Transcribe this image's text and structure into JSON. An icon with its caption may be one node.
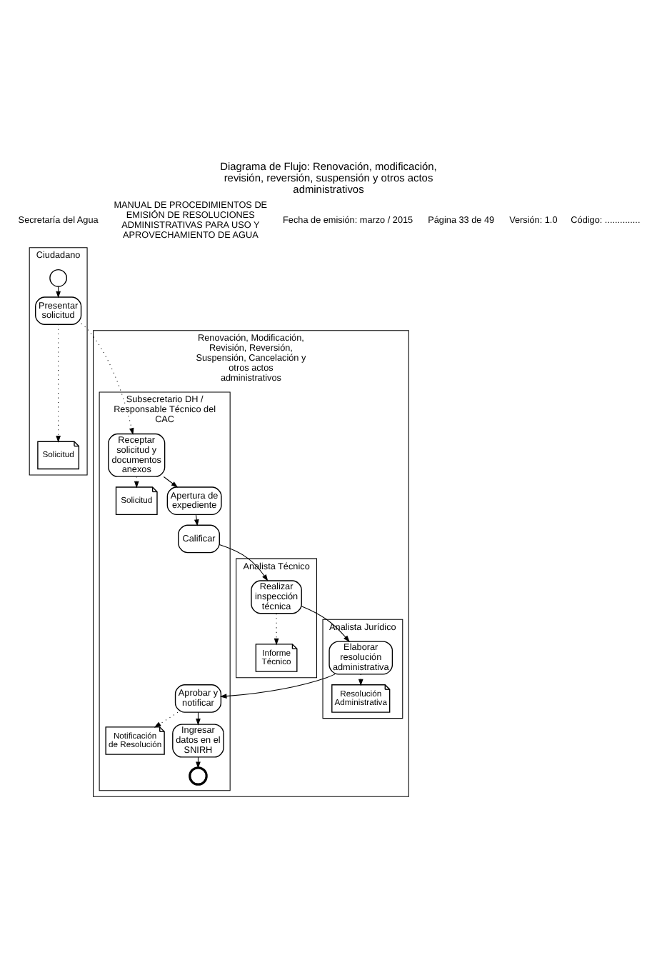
{
  "diagram": {
    "title": "Diagrama de Flujo: Renovación, modificación, revisión, reversión, suspensión y otros actos administrativos",
    "nodes": [
      {
        "text": [
          "Ciudadano"
        ]
      },
      {
        "text": [],
        "shape": "circle",
        "in": 0
      },
      {
        "text": [
          "Presentar solicitud"
        ],
        "in": 0
      },
      {
        "text": [
          "Solicitud"
        ],
        "in": 0
      },
      {
        "text": [
          "Renovación, Modificación, Revisión, Reversión, Suspensión, Cancelación y otros actos administrativos"
        ]
      },
      {
        "text": [
          "Subsecretario DH / Responsable Técnico del CAC"
        ],
        "in": 4
      },
      {
        "text": [
          "Receptar solicitud y documentos anexos"
        ],
        "in": 5
      },
      {
        "text": [
          "Solicitud"
        ],
        "in": 5
      },
      {
        "text": [
          "Apertura de expediente"
        ],
        "in": 5
      },
      {
        "text": [
          "Calificar"
        ],
        "in": 5
      },
      {
        "text": [
          "Aprobar y notificar"
        ],
        "in": 5
      },
      {
        "text": [
          "Notificación de Resolución"
        ],
        "in": 5
      },
      {
        "text": [
          "Ingresar datos en el SNIRH"
        ],
        "in": 5
      },
      {
        "text": [],
        "shape": "circle",
        "in": 5
      },
      {
        "text": [
          "Analista Técnico"
        ],
        "in": 4
      },
      {
        "text": [
          "Realizar inspección técnica"
        ],
        "in": 14
      },
      {
        "text": [
          "Informe Técnico"
        ],
        "in": 14
      },
      {
        "text": [
          "Analista Jurídico"
        ],
        "in": 4
      },
      {
        "text": [
          "Elaborar resolución administrativa"
        ],
        "in": 17
      },
      {
        "text": [
          "Resolución Administrativa"
        ],
        "in": 17
      }
    ],
    "edges": [
      {
        "from": 1,
        "to": 2,
        "arrow": "to"
      },
      {
        "from": 2,
        "to": 3,
        "arrow": "to",
        "style": "dashed"
      },
      {
        "from": 2,
        "to": 6,
        "arrow": "to",
        "style": "dashed"
      },
      {
        "from": 6,
        "to": 7,
        "arrow": "to",
        "style": "dashed"
      },
      {
        "from": 6,
        "to": 8,
        "arrow": "to"
      },
      {
        "from": 8,
        "to": 9,
        "arrow": "to"
      },
      {
        "from": 9,
        "to": 15,
        "arrow": "to"
      },
      {
        "from": 15,
        "to": 16,
        "arrow": "to",
        "style": "dashed"
      },
      {
        "from": 15,
        "to": 18,
        "arrow": "to"
      },
      {
        "from": 18,
        "to": 19,
        "arrow": "to",
        "style": "dashed"
      },
      {
        "from": 18,
        "to": 10,
        "arrow": "to"
      },
      {
        "from": 10,
        "to": 11,
        "arrow": "to",
        "style": "dashed"
      },
      {
        "from": 10,
        "to": 12,
        "arrow": "to"
      },
      {
        "from": 12,
        "to": 13,
        "arrow": "to"
      }
    ],
    "labels": [
      "Secretaría del Agua",
      "MANUAL DE PROCEDIMIENTOS DE EMISIÓN DE RESOLUCIONES ADMINISTRATIVAS PARA USO Y APROVECHAMIENTO DE AGUA",
      "Fecha de emisión: marzo / 2015",
      "Página 33 de 49",
      "Versión: 1.0",
      "Código: .............."
    ]
  }
}
